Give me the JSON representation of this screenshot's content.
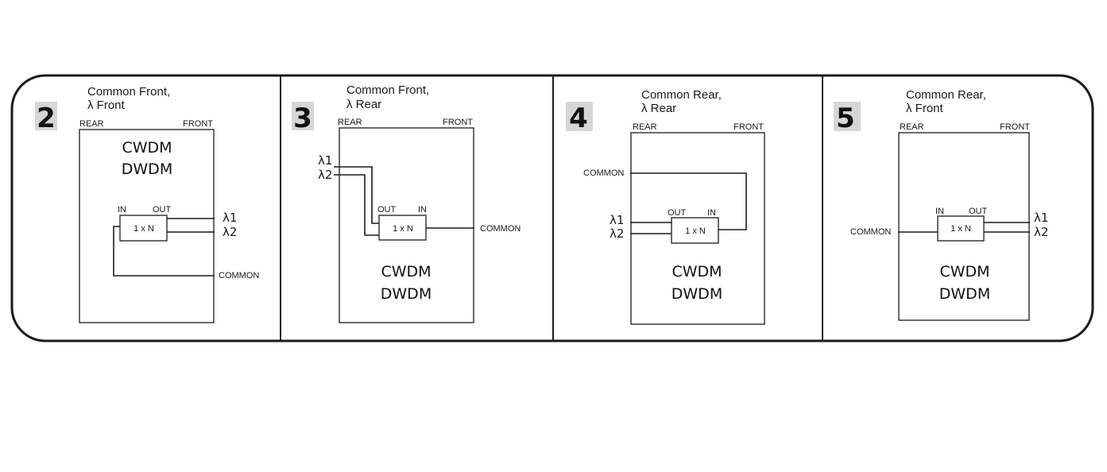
{
  "panels": [
    {
      "number": "2",
      "title_line1": "Common Front,",
      "title_line2": "λ Front",
      "rear_label": "REAR",
      "front_label": "FRONT",
      "tech_line1": "CWDM",
      "tech_line2": "DWDM",
      "mux_label": "1 x N",
      "port_in": "IN",
      "port_out": "OUT",
      "lambda1": "λ1",
      "lambda2": "λ2",
      "common_label": "COMMON"
    },
    {
      "number": "3",
      "title_line1": "Common Front,",
      "title_line2": "λ Rear",
      "rear_label": "REAR",
      "front_label": "FRONT",
      "tech_line1": "CWDM",
      "tech_line2": "DWDM",
      "mux_label": "1 x N",
      "port_in": "IN",
      "port_out": "OUT",
      "lambda1": "λ1",
      "lambda2": "λ2",
      "common_label": "COMMON"
    },
    {
      "number": "4",
      "title_line1": "Common Rear,",
      "title_line2": "λ Rear",
      "rear_label": "REAR",
      "front_label": "FRONT",
      "tech_line1": "CWDM",
      "tech_line2": "DWDM",
      "mux_label": "1 x N",
      "port_in": "IN",
      "port_out": "OUT",
      "lambda1": "λ1",
      "lambda2": "λ2",
      "common_label": "COMMON"
    },
    {
      "number": "5",
      "title_line1": "Common Rear,",
      "title_line2": "λ Front",
      "rear_label": "REAR",
      "front_label": "FRONT",
      "tech_line1": "CWDM",
      "tech_line2": "DWDM",
      "mux_label": "1 x N",
      "port_in": "IN",
      "port_out": "OUT",
      "lambda1": "λ1",
      "lambda2": "λ2",
      "common_label": "COMMON"
    }
  ]
}
